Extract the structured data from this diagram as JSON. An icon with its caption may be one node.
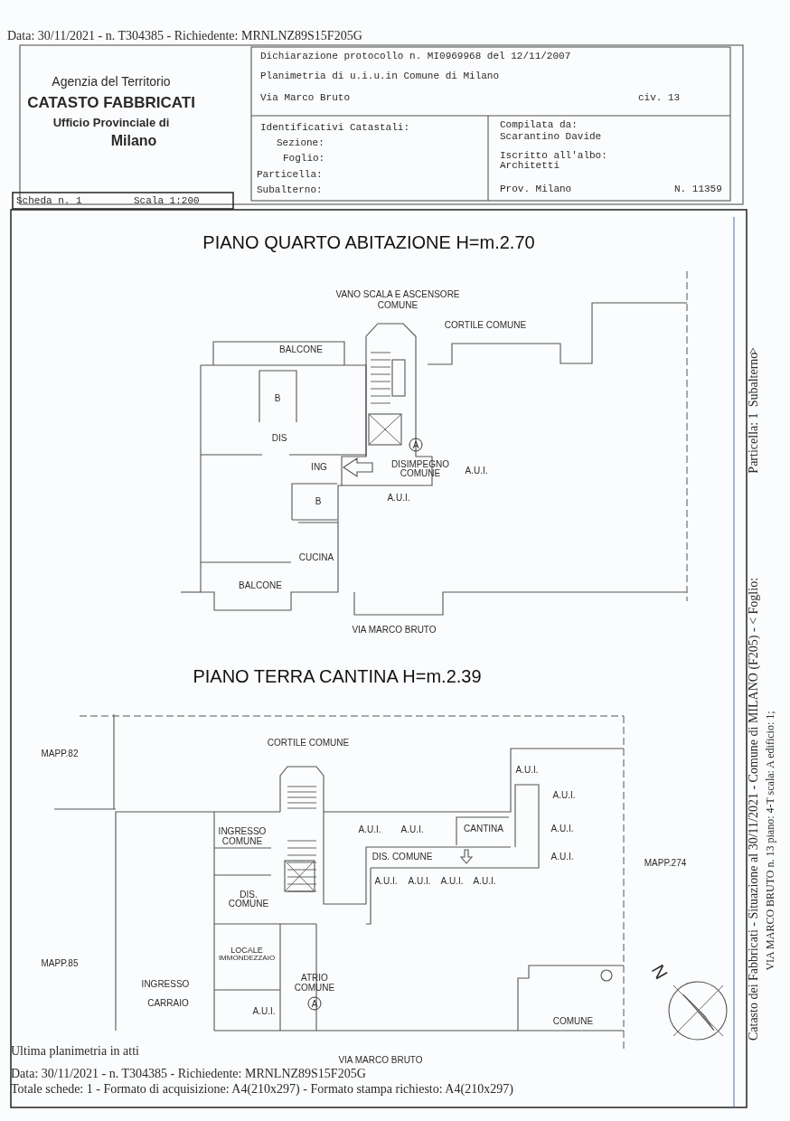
{
  "diagram": {
    "title": "PIANO QUARTO ABITAZIONE H=m.2.70",
    "labels": [
      "Data: 30/11/2021 - n. T304385 - Richiedente: MRNLNZ89S15F205G",
      "Dichiarazione protocollo n. MI0969968 del 12/11/2007",
      "Planimetria di u.i.u.in Comune di Milano",
      "Via Marco Bruto",
      "civ. 13",
      "Agenzia del Territorio",
      "CATASTO FABBRICATI",
      "Ufficio Provinciale di",
      "Milano",
      "Identificativi Catastali:",
      "Sezione:",
      "Foglio:",
      "Particella:",
      "Subalterno:",
      "Compilata da:",
      "Scarantino Davide",
      "Iscritto all'albo:",
      "Architetti",
      "Prov. Milano",
      "N. 11359",
      "Scheda n. 1",
      "Scala 1:200",
      "VANO SCALA E ASCENSORE",
      "COMUNE",
      "CORTILE COMUNE",
      "BALCONE",
      "B",
      "DIS",
      "A",
      "ING",
      "DISIMPEGNO",
      "COMUNE",
      "A.U.I.",
      "A.U.I.",
      "B",
      "CUCINA",
      "BALCONE",
      "VIA MARCO BRUTO",
      "PIANO TERRA CANTINA H=m.2.39",
      "CORTILE COMUNE",
      "MAPP.82",
      "A.U.I.",
      "A.U.I.",
      "INGRESSO",
      "A.U.I.",
      "A.U.I.",
      "CANTINA",
      "A.U.I.",
      "COMUNE",
      "DIS. COMUNE",
      "A.U.I.",
      "MAPP.274",
      "A.U.I.",
      "A.U.I.",
      "A.U.I.",
      "A.U.I.",
      "DIS.",
      "COMUNE",
      "LOCALE",
      "IMMONDEZZAIO",
      "MAPP.85",
      "N",
      "INGRESSO",
      "ATRIO",
      "COMUNE",
      "CARRAIO",
      "A.U.I.",
      "A",
      "COMUNE",
      "Ultima planimetria in atti",
      "VIA MARCO BRUTO",
      "Data: 30/11/2021 - n. T304385 - Richiedente: MRNLNZ89S15F205G",
      "Totale schede: 1 - Formato di acquisizione: A4(210x297)  - Formato stampa richiesto: A4(210x297)",
      "Catasto dei Fabbricati - Situazione al 30/11/2021 - Comune di MILANO (F205) - < Foglio:",
      "Particella: 1",
      "Subalterno",
      ">",
      "VIA MARCO BRUTO n. 13 piano: 4-T scala: A edificio: 1;"
    ]
  }
}
